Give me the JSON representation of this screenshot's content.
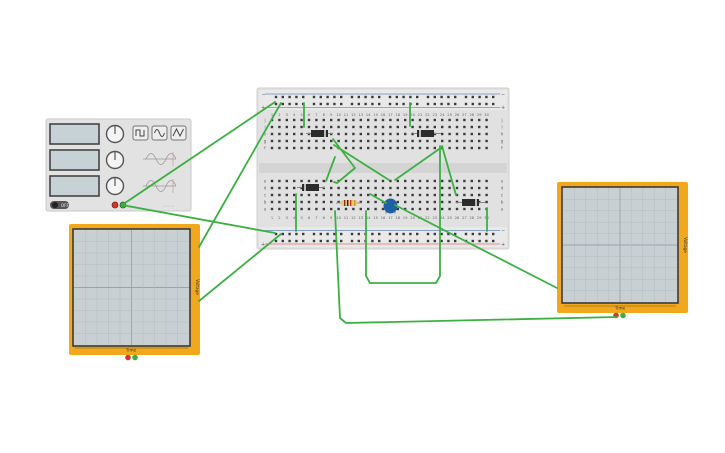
{
  "canvas": {
    "background": "#ffffff"
  },
  "function_generator": {
    "power_label": "OFF",
    "waveforms": [
      "square-wave-icon",
      "sine-wave-icon",
      "triangle-wave-icon"
    ]
  },
  "oscilloscope_left": {
    "y_axis_label": "Voltage",
    "x_axis_label": "Time"
  },
  "oscilloscope_right": {
    "y_axis_label": "Voltage",
    "x_axis_label": "Time"
  },
  "breadboard": {
    "rail_signs": [
      "−",
      "+"
    ],
    "rows_upper": [
      "j",
      "i",
      "h",
      "g",
      "f"
    ],
    "rows_lower": [
      "e",
      "d",
      "c",
      "b",
      "a"
    ],
    "columns": [
      "1",
      "2",
      "3",
      "4",
      "5",
      "6",
      "7",
      "8",
      "9",
      "10",
      "11",
      "12",
      "13",
      "14",
      "15",
      "16",
      "17",
      "18",
      "19",
      "20",
      "21",
      "22",
      "23",
      "24",
      "25",
      "26",
      "27",
      "28",
      "29",
      "30"
    ]
  },
  "colors": {
    "wire": "#3cb043",
    "scope_frame": "#f2a81d",
    "scope_screen": "#c8d0d3",
    "probe_red": "#d9342b",
    "probe_green": "#3cb043",
    "diode_body": "#2b2b2b",
    "capacitor": "#1f5fa6",
    "resistor_body": "#e7c77d",
    "rail_red": "#d9342b",
    "rail_blue": "#2a5fa8"
  }
}
